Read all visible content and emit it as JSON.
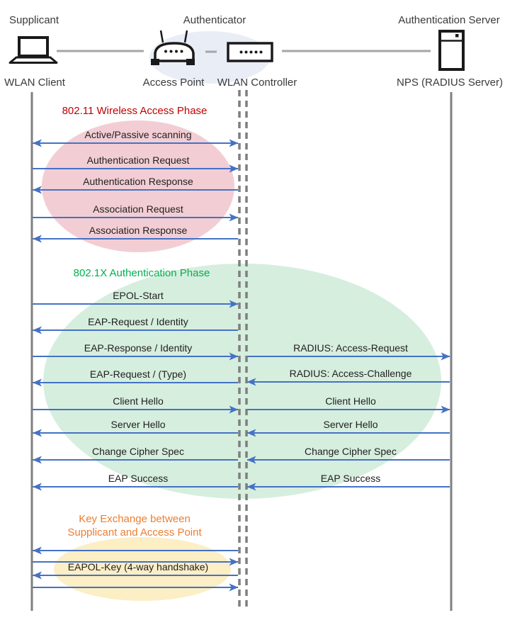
{
  "header": {
    "roles": {
      "supplicant": "Supplicant",
      "authenticator": "Authenticator",
      "authentication_server": "Authentication Server"
    },
    "devices": {
      "wlan_client": "WLAN Client",
      "access_point": "Access Point",
      "wlan_controller": "WLAN Controller",
      "radius_server": "NPS (RADIUS Server)"
    }
  },
  "phases": {
    "wireless_access": {
      "title": "802.11 Wireless Access Phase",
      "title_color": "#C00000",
      "ellipse_color": "#F2CED4"
    },
    "authentication": {
      "title": "802.1X Authentication Phase",
      "title_color": "#00B050",
      "ellipse_color": "#D6EEDE"
    },
    "key_exchange": {
      "title_line1": "Key Exchange between",
      "title_line2": "Supplicant and Access Point",
      "title_color": "#ED7D31",
      "ellipse_color": "#FCEEC5"
    }
  },
  "messages": {
    "left": [
      {
        "label": "Active/Passive scanning",
        "arrow": "both"
      },
      {
        "label": "Authentication Request",
        "arrow": "right"
      },
      {
        "label": "Authentication Response",
        "arrow": "left"
      },
      {
        "label": "Association Request",
        "arrow": "right"
      },
      {
        "label": "Association Response",
        "arrow": "left"
      },
      {
        "label": "EPOL-Start",
        "arrow": "right"
      },
      {
        "label": "EAP-Request / Identity",
        "arrow": "left"
      },
      {
        "label": "EAP-Response / Identity",
        "arrow": "right"
      },
      {
        "label": "EAP-Request / (Type)",
        "arrow": "left"
      },
      {
        "label": "Client Hello",
        "arrow": "right"
      },
      {
        "label": "Server Hello",
        "arrow": "left"
      },
      {
        "label": "Change Cipher Spec",
        "arrow": "left"
      },
      {
        "label": "EAP Success",
        "arrow": "left"
      },
      {
        "label": "",
        "arrow": "left"
      },
      {
        "label": "",
        "arrow": "right"
      },
      {
        "label": "EAPOL-Key (4-way handshake)",
        "arrow": "left"
      },
      {
        "label": "",
        "arrow": "right"
      }
    ],
    "right": [
      {
        "label": "RADIUS: Access-Request",
        "arrow": "right"
      },
      {
        "label": "RADIUS: Access-Challenge",
        "arrow": "left"
      },
      {
        "label": "Client Hello",
        "arrow": "right"
      },
      {
        "label": "Server Hello",
        "arrow": "left"
      },
      {
        "label": "Change Cipher Spec",
        "arrow": "left"
      },
      {
        "label": "EAP Success",
        "arrow": "left"
      }
    ]
  },
  "colors": {
    "arrow": "#4472C4",
    "lifeline": "#7F7F7F",
    "connector": "#A6A6A6",
    "icon": "#1A1A1A",
    "authenticator_ellipse": "#E9EDF6",
    "message_text": "#1F1F1F",
    "entity_text": "#3A3A3A"
  }
}
